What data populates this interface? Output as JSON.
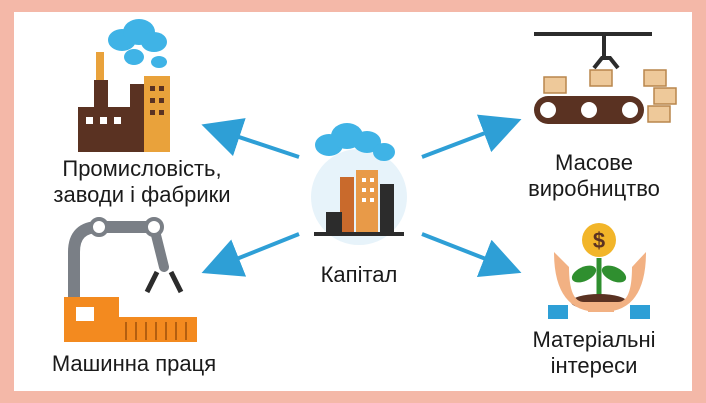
{
  "diagram": {
    "center_label": "Капітал",
    "nodes": [
      {
        "id": "industry",
        "line1": "Промисловість,",
        "line2": "заводи і фабрики"
      },
      {
        "id": "machine",
        "line1": "Машинна праця"
      },
      {
        "id": "mass",
        "line1": "Масове",
        "line2": "виробництво"
      },
      {
        "id": "interests",
        "line1": "Матеріальні",
        "line2": "інтереси"
      }
    ],
    "colors": {
      "frame": "#f4b8a8",
      "arrow": "#2e9fd6",
      "smoke": "#3fb3e6",
      "factory_brown": "#5a3222",
      "robot_grey": "#7a7f86",
      "robot_orange": "#f38a1f",
      "gold": "#f2b529",
      "green": "#2f8f2f",
      "hand": "#f2b183"
    }
  }
}
